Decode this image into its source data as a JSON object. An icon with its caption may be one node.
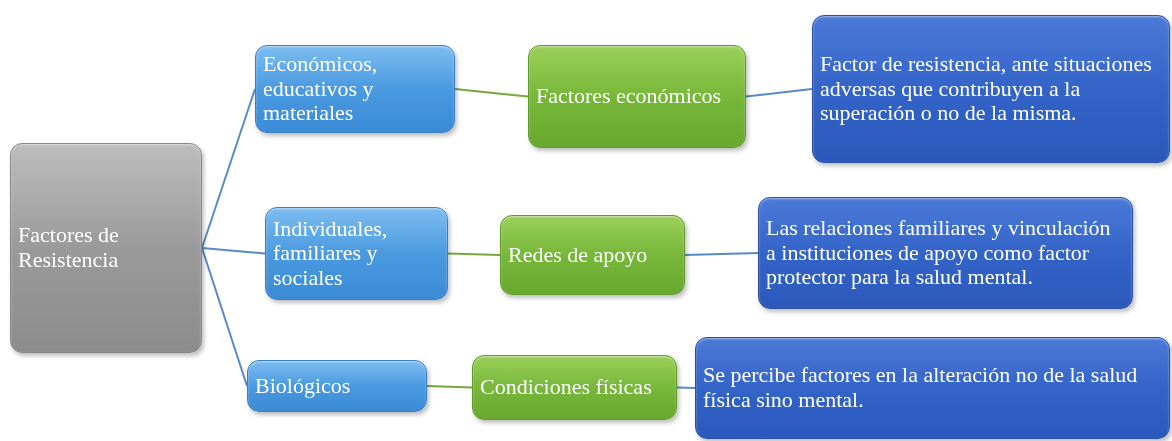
{
  "diagram": {
    "nodes": [
      {
        "text": [
          "Factores de Resistencia"
        ]
      },
      {
        "text": [
          "Económicos, educativos  y materiales"
        ]
      },
      {
        "text": [
          "Factores económicos"
        ]
      },
      {
        "text": [
          "Factor de resistencia, ante situaciones adversas que contribuyen a la superación o no de la misma."
        ]
      },
      {
        "text": [
          "Individuales, familiares y sociales"
        ]
      },
      {
        "text": [
          "Redes de apoyo"
        ]
      },
      {
        "text": [
          "Las relaciones familiares y vinculación a instituciones de apoyo como factor protector para la salud mental."
        ]
      },
      {
        "text": [
          "Biológicos"
        ]
      },
      {
        "text": [
          "Condiciones físicas"
        ]
      },
      {
        "text": [
          "Se percibe factores en la alteración no de la salud física sino mental."
        ]
      }
    ],
    "edges": [
      {
        "from": 0,
        "to": 1,
        "arrow": "none"
      },
      {
        "from": 0,
        "to": 4,
        "arrow": "none"
      },
      {
        "from": 0,
        "to": 7,
        "arrow": "none"
      },
      {
        "from": 1,
        "to": 2,
        "arrow": "none",
        "color": "#77a83c"
      },
      {
        "from": 2,
        "to": 3,
        "arrow": "none"
      },
      {
        "from": 4,
        "to": 5,
        "arrow": "none",
        "color": "#77a83c"
      },
      {
        "from": 5,
        "to": 6,
        "arrow": "none"
      },
      {
        "from": 7,
        "to": 8,
        "arrow": "none",
        "color": "#77a83c"
      },
      {
        "from": 8,
        "to": 9,
        "arrow": "none"
      }
    ]
  }
}
